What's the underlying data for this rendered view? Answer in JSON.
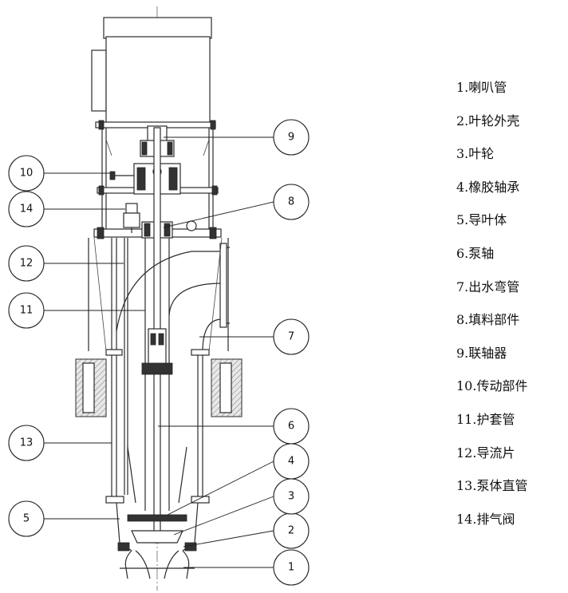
{
  "callouts": [
    {
      "number": "1"
    },
    {
      "number": "2"
    },
    {
      "number": "3"
    },
    {
      "number": "4"
    },
    {
      "number": "5"
    },
    {
      "number": "6"
    },
    {
      "number": "7"
    },
    {
      "number": "8"
    },
    {
      "number": "9"
    },
    {
      "number": "10"
    },
    {
      "number": "11"
    },
    {
      "number": "12"
    },
    {
      "number": "13"
    },
    {
      "number": "14"
    }
  ],
  "legend": [
    "1.喇叭管",
    "2.叶轮外壳",
    "3.叶轮",
    "4.橡胶轴承",
    "5.导叶体",
    "6.泵轴",
    "7.出水弯管",
    "8.填料部件",
    "9.联轴器",
    "10.传动部件",
    "11.护套管",
    "12.导流片",
    "13.泵体直管",
    "14.排气阀"
  ]
}
